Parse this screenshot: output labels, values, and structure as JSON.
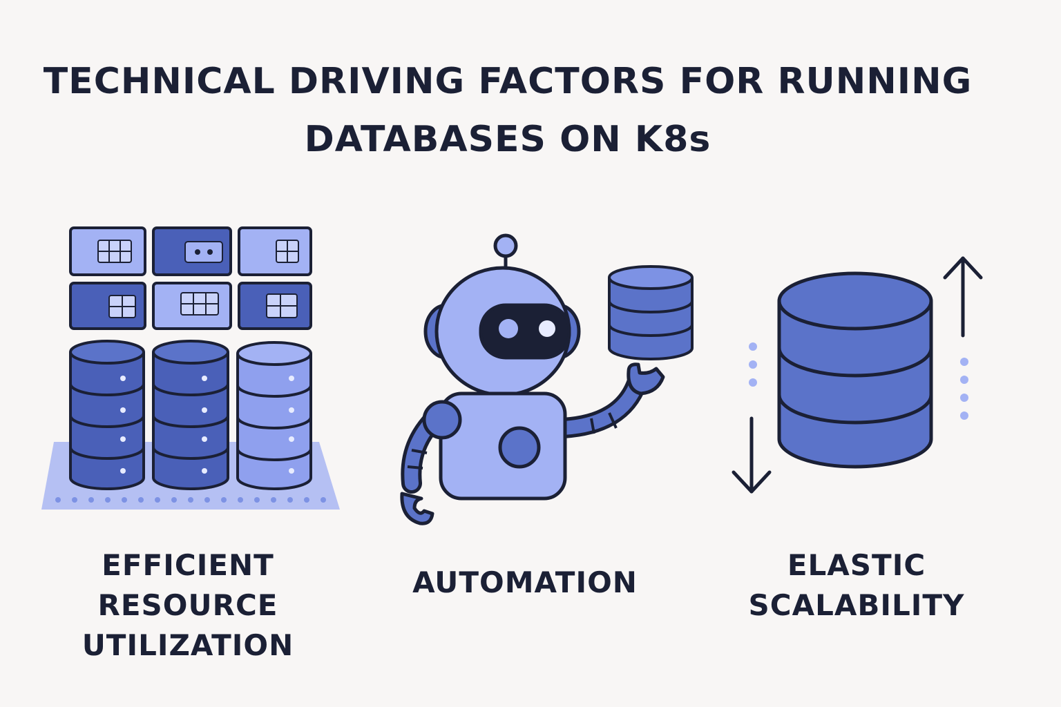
{
  "title": {
    "line1": "TECHNICAL DRIVING FACTORS FOR RUNNING",
    "line2": "DATABASES ON K8s"
  },
  "factors": [
    {
      "lines": [
        "EFFICIENT",
        "RESOURCE",
        "UTILIZATION"
      ],
      "icon": "database-cluster-icon"
    },
    {
      "lines": [
        "AUTOMATION"
      ],
      "icon": "robot-icon"
    },
    {
      "lines": [
        "ELASTIC",
        "SCALABILITY"
      ],
      "icon": "scaling-database-icon"
    }
  ],
  "colors": {
    "background": "#f8f6f5",
    "outline": "#1b2035",
    "dark_fill": "#4a60b8",
    "mid_fill": "#5b73c9",
    "light_fill": "#a3b2f4",
    "tray": "#a9b6f2"
  }
}
